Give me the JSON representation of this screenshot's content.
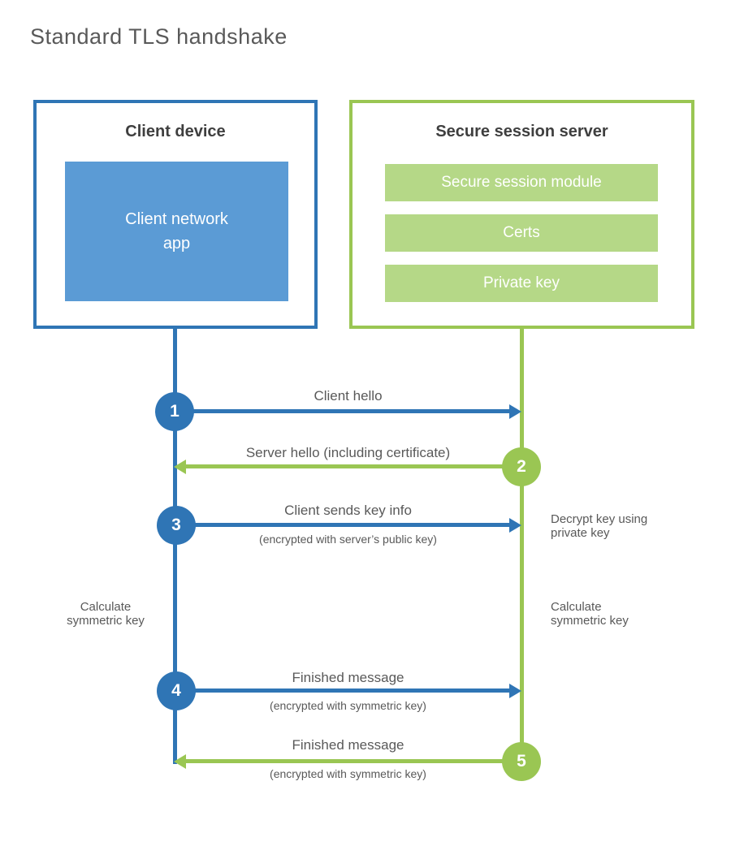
{
  "title": "Standard TLS handshake",
  "colors": {
    "blue": "#2f75b5",
    "blue_fill": "#5b9bd5",
    "green": "#9ac653",
    "green_fill": "#b5d887",
    "text": "#595959",
    "heading": "#3f3f3f"
  },
  "client_box": {
    "title": "Client device",
    "module": "Client network\napp"
  },
  "server_box": {
    "title": "Secure session server",
    "modules": [
      "Secure session module",
      "Certs",
      "Private key"
    ]
  },
  "steps": [
    {
      "number": "1",
      "label": "Client hello",
      "sublabel": "",
      "direction": "right",
      "from": "client",
      "to": "server"
    },
    {
      "number": "2",
      "label": "Server hello (including certificate)",
      "sublabel": "",
      "direction": "left",
      "from": "server",
      "to": "client"
    },
    {
      "number": "3",
      "label": "Client sends key info",
      "sublabel": "(encrypted with server’s public key)",
      "direction": "right",
      "from": "client",
      "to": "server"
    },
    {
      "number": "4",
      "label": "Finished message",
      "sublabel": "(encrypted with symmetric key)",
      "direction": "right",
      "from": "client",
      "to": "server"
    },
    {
      "number": "5",
      "label": "Finished message",
      "sublabel": "(encrypted with symmetric key)",
      "direction": "left",
      "from": "server",
      "to": "client"
    }
  ],
  "notes": {
    "decrypt": "Decrypt key using\nprivate key",
    "calc_left": "Calculate\nsymmetric key",
    "calc_right": "Calculate\nsymmetric key"
  }
}
